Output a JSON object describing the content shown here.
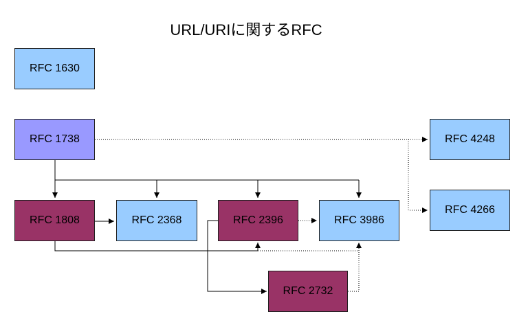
{
  "title": "URL/URIに関するRFC",
  "nodes": {
    "rfc1630": {
      "label": "RFC 1630",
      "color": "#99ccff"
    },
    "rfc1738": {
      "label": "RFC 1738",
      "color": "#9999ff"
    },
    "rfc1808": {
      "label": "RFC 1808",
      "color": "#993366"
    },
    "rfc2368": {
      "label": "RFC 2368",
      "color": "#99ccff"
    },
    "rfc2396": {
      "label": "RFC 2396",
      "color": "#993366"
    },
    "rfc3986": {
      "label": "RFC 3986",
      "color": "#99ccff"
    },
    "rfc2732": {
      "label": "RFC 2732",
      "color": "#993366"
    },
    "rfc4248": {
      "label": "RFC 4248",
      "color": "#99ccff"
    },
    "rfc4266": {
      "label": "RFC 4266",
      "color": "#99ccff"
    }
  },
  "edges": [
    {
      "from": "RFC 1738",
      "to": "RFC 1808",
      "style": "solid"
    },
    {
      "from": "RFC 1738",
      "to": "RFC 2368",
      "style": "solid"
    },
    {
      "from": "RFC 1738",
      "to": "RFC 2396",
      "style": "solid"
    },
    {
      "from": "RFC 1738",
      "to": "RFC 3986",
      "style": "solid"
    },
    {
      "from": "RFC 1738",
      "to": "RFC 4248",
      "style": "dotted"
    },
    {
      "from": "RFC 1738",
      "to": "RFC 4266",
      "style": "dotted"
    },
    {
      "from": "RFC 1808",
      "to": "RFC 2368",
      "style": "solid"
    },
    {
      "from": "RFC 1808",
      "to": "RFC 2396",
      "style": "solid"
    },
    {
      "from": "RFC 1808",
      "to": "RFC 3986",
      "style": "dotted"
    },
    {
      "from": "RFC 2396",
      "to": "RFC 3986",
      "style": "dotted"
    },
    {
      "from": "RFC 2396",
      "to": "RFC 2732",
      "style": "solid"
    },
    {
      "from": "RFC 2732",
      "to": "RFC 3986",
      "style": "dotted"
    }
  ]
}
